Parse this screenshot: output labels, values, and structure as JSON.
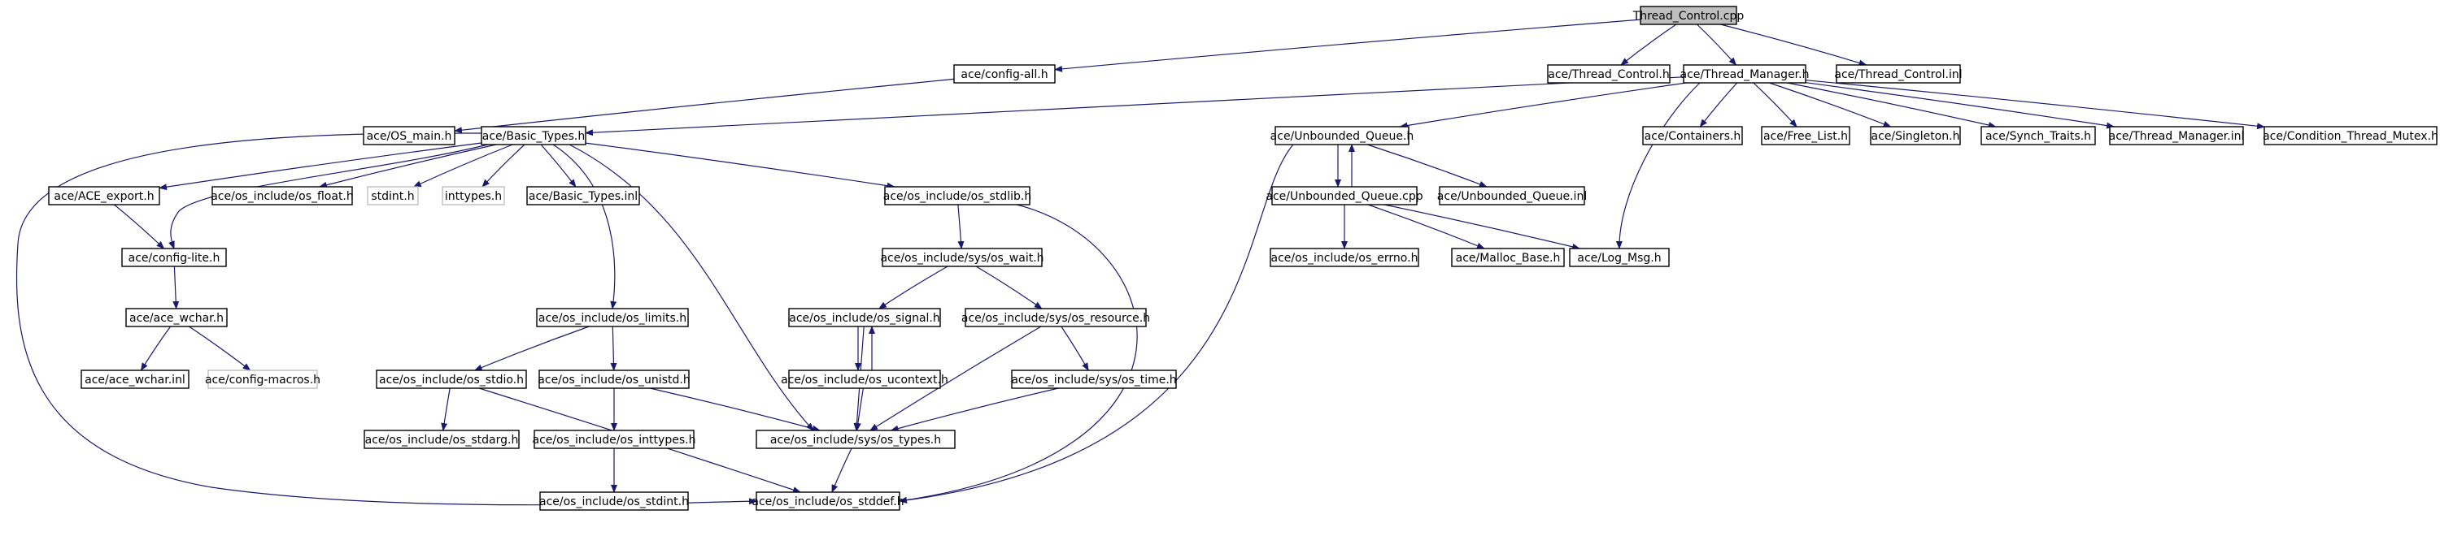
{
  "colors": {
    "edge": "#191970",
    "root_fill": "#bfbfbf",
    "ghost_stroke": "#bfbfbf"
  },
  "nodes": [
    {
      "id": "root",
      "label": "Thread_Control.cpp"
    },
    {
      "id": "configall",
      "label": "ace/config-all.h"
    },
    {
      "id": "threadcontrolh",
      "label": "ace/Thread_Control.h"
    },
    {
      "id": "threadmanagerh",
      "label": "ace/Thread_Manager.h"
    },
    {
      "id": "threadcontrolinl",
      "label": "ace/Thread_Control.inl"
    },
    {
      "id": "osmain",
      "label": "ace/OS_main.h"
    },
    {
      "id": "basictypes",
      "label": "ace/Basic_Types.h"
    },
    {
      "id": "unboundedq",
      "label": "ace/Unbounded_Queue.h"
    },
    {
      "id": "containers",
      "label": "ace/Containers.h"
    },
    {
      "id": "freelist",
      "label": "ace/Free_List.h"
    },
    {
      "id": "singleton",
      "label": "ace/Singleton.h"
    },
    {
      "id": "synchtraits",
      "label": "ace/Synch_Traits.h"
    },
    {
      "id": "threadmanagerinl",
      "label": "ace/Thread_Manager.inl"
    },
    {
      "id": "condthreadmutex",
      "label": "ace/Condition_Thread_Mutex.h"
    },
    {
      "id": "aceexport",
      "label": "ace/ACE_export.h"
    },
    {
      "id": "osfloat",
      "label": "ace/os_include/os_float.h"
    },
    {
      "id": "stdint",
      "label": "stdint.h"
    },
    {
      "id": "inttypes",
      "label": "inttypes.h"
    },
    {
      "id": "basictypesinl",
      "label": "ace/Basic_Types.inl"
    },
    {
      "id": "osstdlib",
      "label": "ace/os_include/os_stdlib.h"
    },
    {
      "id": "unboundedqcpp",
      "label": "ace/Unbounded_Queue.cpp"
    },
    {
      "id": "unboundedqinl",
      "label": "ace/Unbounded_Queue.inl"
    },
    {
      "id": "configlite",
      "label": "ace/config-lite.h"
    },
    {
      "id": "oswait",
      "label": "ace/os_include/sys/os_wait.h"
    },
    {
      "id": "oserrno",
      "label": "ace/os_include/os_errno.h"
    },
    {
      "id": "mallocbase",
      "label": "ace/Malloc_Base.h"
    },
    {
      "id": "logmsg",
      "label": "ace/Log_Msg.h"
    },
    {
      "id": "acewchar",
      "label": "ace/ace_wchar.h"
    },
    {
      "id": "oslimits",
      "label": "ace/os_include/os_limits.h"
    },
    {
      "id": "ossignal",
      "label": "ace/os_include/os_signal.h"
    },
    {
      "id": "osresource",
      "label": "ace/os_include/sys/os_resource.h"
    },
    {
      "id": "acewcharinl",
      "label": "ace/ace_wchar.inl"
    },
    {
      "id": "configmacros",
      "label": "ace/config-macros.h"
    },
    {
      "id": "osstdio",
      "label": "ace/os_include/os_stdio.h"
    },
    {
      "id": "osunistd",
      "label": "ace/os_include/os_unistd.h"
    },
    {
      "id": "osucontext",
      "label": "ace/os_include/os_ucontext.h"
    },
    {
      "id": "ostime",
      "label": "ace/os_include/sys/os_time.h"
    },
    {
      "id": "osstdarg",
      "label": "ace/os_include/os_stdarg.h"
    },
    {
      "id": "osinttypes",
      "label": "ace/os_include/os_inttypes.h"
    },
    {
      "id": "systypes",
      "label": "ace/os_include/sys/os_types.h"
    },
    {
      "id": "osstdint",
      "label": "ace/os_include/os_stdint.h"
    },
    {
      "id": "osstddef",
      "label": "ace/os_include/os_stddef.h"
    }
  ],
  "edges": [
    [
      "root",
      "configall"
    ],
    [
      "root",
      "threadcontrolh"
    ],
    [
      "root",
      "threadmanagerh"
    ],
    [
      "root",
      "threadcontrolinl"
    ],
    [
      "configall",
      "osmain"
    ],
    [
      "threadmanagerh",
      "basictypes"
    ],
    [
      "threadmanagerh",
      "unboundedq"
    ],
    [
      "threadmanagerh",
      "logmsg"
    ],
    [
      "threadmanagerh",
      "containers"
    ],
    [
      "threadmanagerh",
      "freelist"
    ],
    [
      "threadmanagerh",
      "singleton"
    ],
    [
      "threadmanagerh",
      "synchtraits"
    ],
    [
      "threadmanagerh",
      "threadmanagerinl"
    ],
    [
      "threadmanagerh",
      "condthreadmutex"
    ],
    [
      "basictypes",
      "aceexport"
    ],
    [
      "basictypes",
      "osfloat"
    ],
    [
      "basictypes",
      "stdint"
    ],
    [
      "basictypes",
      "inttypes"
    ],
    [
      "basictypes",
      "basictypesinl"
    ],
    [
      "basictypes",
      "osstdlib"
    ],
    [
      "basictypes",
      "configlite"
    ],
    [
      "basictypes",
      "oslimits"
    ],
    [
      "basictypes",
      "systypes"
    ],
    [
      "basictypes",
      "osstddef"
    ],
    [
      "unboundedq",
      "unboundedqcpp"
    ],
    [
      "unboundedq",
      "unboundedqinl"
    ],
    [
      "unboundedq",
      "osstddef"
    ],
    [
      "unboundedqcpp",
      "unboundedq"
    ],
    [
      "unboundedqcpp",
      "oserrno"
    ],
    [
      "unboundedqcpp",
      "mallocbase"
    ],
    [
      "unboundedqcpp",
      "logmsg"
    ],
    [
      "aceexport",
      "configlite"
    ],
    [
      "configlite",
      "acewchar"
    ],
    [
      "acewchar",
      "acewcharinl"
    ],
    [
      "acewchar",
      "configmacros"
    ],
    [
      "osstdlib",
      "oswait"
    ],
    [
      "osstdlib",
      "osstddef"
    ],
    [
      "oswait",
      "ossignal"
    ],
    [
      "oswait",
      "osresource"
    ],
    [
      "ossignal",
      "osucontext"
    ],
    [
      "ossignal",
      "systypes"
    ],
    [
      "osucontext",
      "ossignal"
    ],
    [
      "osucontext",
      "systypes"
    ],
    [
      "osresource",
      "ostime"
    ],
    [
      "osresource",
      "systypes"
    ],
    [
      "ostime",
      "systypes"
    ],
    [
      "oslimits",
      "osstdio"
    ],
    [
      "oslimits",
      "osunistd"
    ],
    [
      "osstdio",
      "osstdarg"
    ],
    [
      "osstdio",
      "osstddef"
    ],
    [
      "osunistd",
      "osinttypes"
    ],
    [
      "osunistd",
      "systypes"
    ],
    [
      "osinttypes",
      "osstdint"
    ],
    [
      "systypes",
      "osstddef"
    ]
  ]
}
